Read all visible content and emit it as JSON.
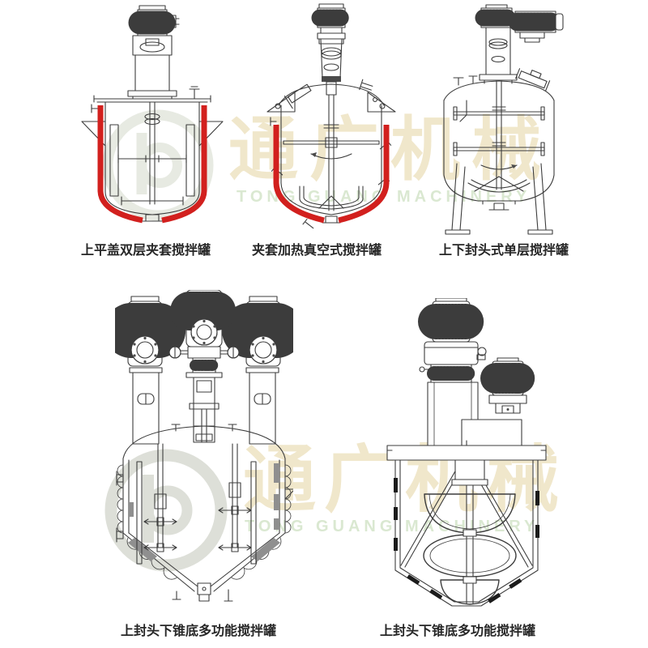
{
  "watermark": {
    "cn": "通广机械",
    "en": "TONG GUANG MACHINERY"
  },
  "colors": {
    "line": "#3c3c3c",
    "jacket_red": "#d2201e",
    "caption_text": "#262626",
    "watermark_cn": "#eee3c2",
    "watermark_en": "#d6e6cd",
    "watermark_logo": "#e7eae2",
    "watermark_logo2": "#dddfd8"
  },
  "products": [
    {
      "caption": "上平盖双层夹套搅拌罐",
      "drawing": "flat-top-double-jacket-tank"
    },
    {
      "caption": "夹套加热真空式搅拌罐",
      "drawing": "jacket-heating-vacuum-tank"
    },
    {
      "caption": "上下封头式单层搅拌罐",
      "drawing": "dished-head-single-layer-tank"
    },
    {
      "caption": "上封头下锥底多功能搅拌罐",
      "drawing": "multi-shaft-cone-bottom-tank"
    },
    {
      "caption": "上封头下锥底多功能搅拌罐",
      "drawing": "ribbon-cone-bottom-tank"
    }
  ]
}
